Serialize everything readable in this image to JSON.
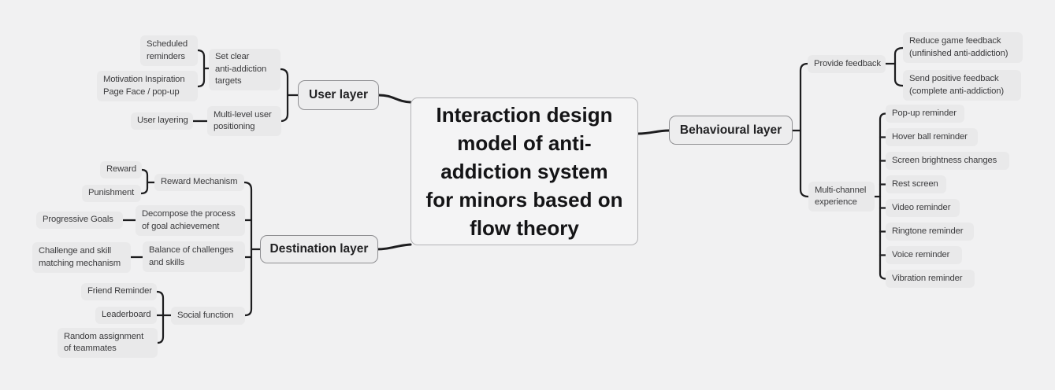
{
  "colors": {
    "background": "#f1f1f2",
    "node_fill": "#e9e9ea",
    "layer_fill": "#ededee",
    "layer_border": "#8f8f92",
    "center_fill": "#f4f4f5",
    "center_border": "#b3b3b6",
    "connector_line": "#1d1d1f",
    "text": "#3c3c3e"
  },
  "center": {
    "title": "Interaction design\nmodel of anti-\naddiction system\nfor minors based on\nflow theory"
  },
  "user_layer": {
    "label": "User layer",
    "scheduled_reminders": "Scheduled\nreminders",
    "motivation_inspiration": "Motivation Inspiration\nPage Face / pop-up",
    "set_clear_targets": "Set clear\nanti-addiction\ntargets",
    "user_layering": "User layering",
    "multi_level_positioning": "Multi-level user\npositioning"
  },
  "destination_layer": {
    "label": "Destination layer",
    "reward": "Reward",
    "punishment": "Punishment",
    "reward_mechanism": "Reward Mechanism",
    "progressive_goals": "Progressive Goals",
    "decompose_goal": "Decompose the process\nof goal achievement",
    "challenge_skill_matching": "Challenge and skill\nmatching mechanism",
    "balance_challenges_skills": "Balance of challenges\nand skills",
    "friend_reminder": "Friend Reminder",
    "leaderboard": "Leaderboard",
    "social_function": "Social function",
    "random_teammates": "Random assignment\nof teammates"
  },
  "behavioural_layer": {
    "label": "Behavioural layer",
    "provide_feedback": "Provide feedback",
    "reduce_game_feedback": "Reduce game feedback\n(unfinished anti-addiction)",
    "send_positive_feedback": "Send positive feedback\n(complete anti-addiction)",
    "multi_channel_experience": "Multi-channel\nexperience",
    "popup_reminder": "Pop-up reminder",
    "hover_ball_reminder": "Hover ball reminder",
    "screen_brightness_changes": "Screen brightness changes",
    "rest_screen": "Rest screen",
    "video_reminder": "Video reminder",
    "ringtone_reminder": "Ringtone reminder",
    "voice_reminder": "Voice reminder",
    "vibration_reminder": "Vibration reminder"
  }
}
